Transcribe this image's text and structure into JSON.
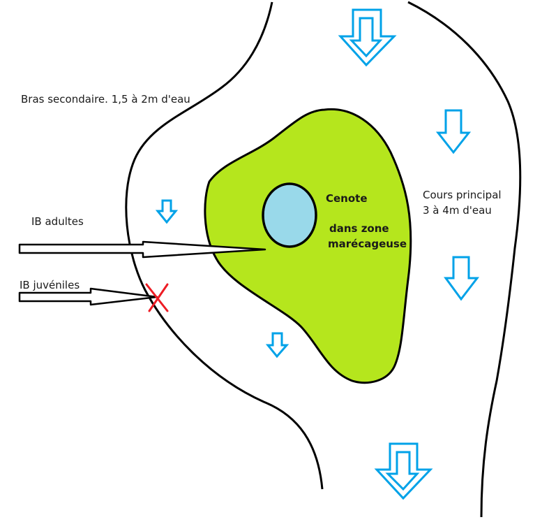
{
  "labels": {
    "secondary_channel": "Bras secondaire. 1,5 à 2m d'eau",
    "main_channel_line1": "Cours principal",
    "main_channel_line2": "3 à 4m d'eau",
    "cenote": "Cenote",
    "marsh_line1": "dans zone",
    "marsh_line2": "marécageuse",
    "ib_adults": "IB adultes",
    "ib_juveniles": "IB juvéniles"
  },
  "colors": {
    "island": "#b5e61d",
    "cenote": "#99d9ea",
    "flow_arrows": "#00a2e8",
    "blocked_mark": "#ed1c24",
    "outline": "#000000"
  },
  "icons": [
    "flow-arrow-icon",
    "entry-arrow-icon",
    "blocked-x-icon"
  ]
}
